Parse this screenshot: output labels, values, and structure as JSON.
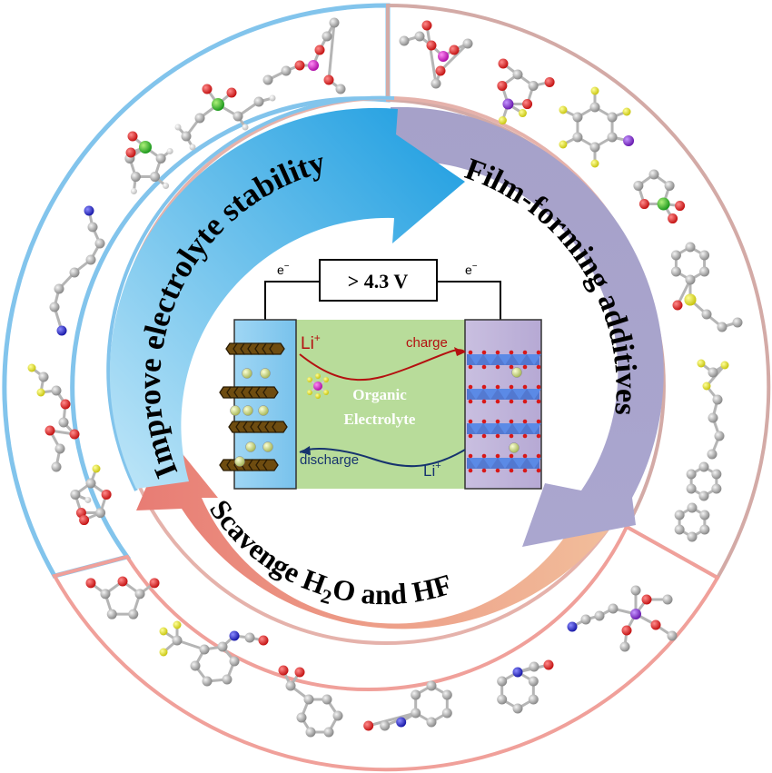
{
  "colors": {
    "blue_sector": "#82c4ec",
    "rose_sector": "#d3aaa6",
    "salmon_sector": "#f0a09a",
    "arrow_blue": "#1a9ce0",
    "arrow_purple": "#a39ec6",
    "arrow_salmon": "#ec9a82",
    "electrolyte_green": "#b8dc9a",
    "anode_blue": "#9fd6f4",
    "cathode_purple": "#c9bfe0",
    "curve_red": "#b41010",
    "curve_navy": "#16336e"
  },
  "ring_labels": {
    "top": "Improve electrolyte stability",
    "right": "Film-forming additives",
    "bottom_prefix": "Scavenge H",
    "bottom_sub": "2",
    "bottom_suffix": "O and HF"
  },
  "cell": {
    "voltage": "> 4.3 V",
    "electron_left": "e",
    "electron_right": "e",
    "electron_sup": "−",
    "li_top": "Li",
    "li_bottom": "Li",
    "li_sup": "+",
    "charge_label": "charge",
    "discharge_label": "discharge",
    "electrolyte_line1": "Organic",
    "electrolyte_line2": "Electrolyte"
  },
  "icons": {
    "molecule": "ball-and-stick-molecule-icon",
    "graphite": "graphite-layer-icon",
    "li_ion": "lithium-ion-sphere-icon",
    "lipf6": "lipf6-salt-icon"
  }
}
